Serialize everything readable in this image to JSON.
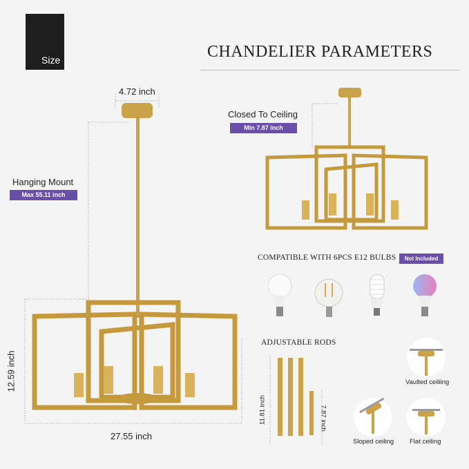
{
  "badge": {
    "label": "Size"
  },
  "title": "CHANDELIER PARAMETERS",
  "main_fixture": {
    "canopy_width": "4.72 inch",
    "hanging_mount_label": "Hanging Mount",
    "hanging_mount_value": "Max 55.11 inch",
    "height": "12.59 inch",
    "width": "27.55 inch"
  },
  "flush_fixture": {
    "label": "Closed To Ceiling",
    "value": "Min 7.87 inch"
  },
  "bulbs": {
    "heading": "COMPATIBLE WITH 6PCS E12 BULBS",
    "badge": "Not Included",
    "types": [
      "led-bulb",
      "filament-globe-bulb",
      "spiral-cfl-bulb",
      "rgb-smart-bulb"
    ]
  },
  "rods": {
    "heading": "ADJUSTABLE RODS",
    "long_length": "11.81 inch",
    "short_length": "7.87 inch"
  },
  "ceilings": [
    {
      "label": "Vaulted ceiliing"
    },
    {
      "label": "Sloped ceiling"
    },
    {
      "label": "Flat ceiling"
    }
  ],
  "colors": {
    "accent": "#6b4ea8",
    "brass": "#c9a24a",
    "badge_bg": "#1e1e1e"
  }
}
